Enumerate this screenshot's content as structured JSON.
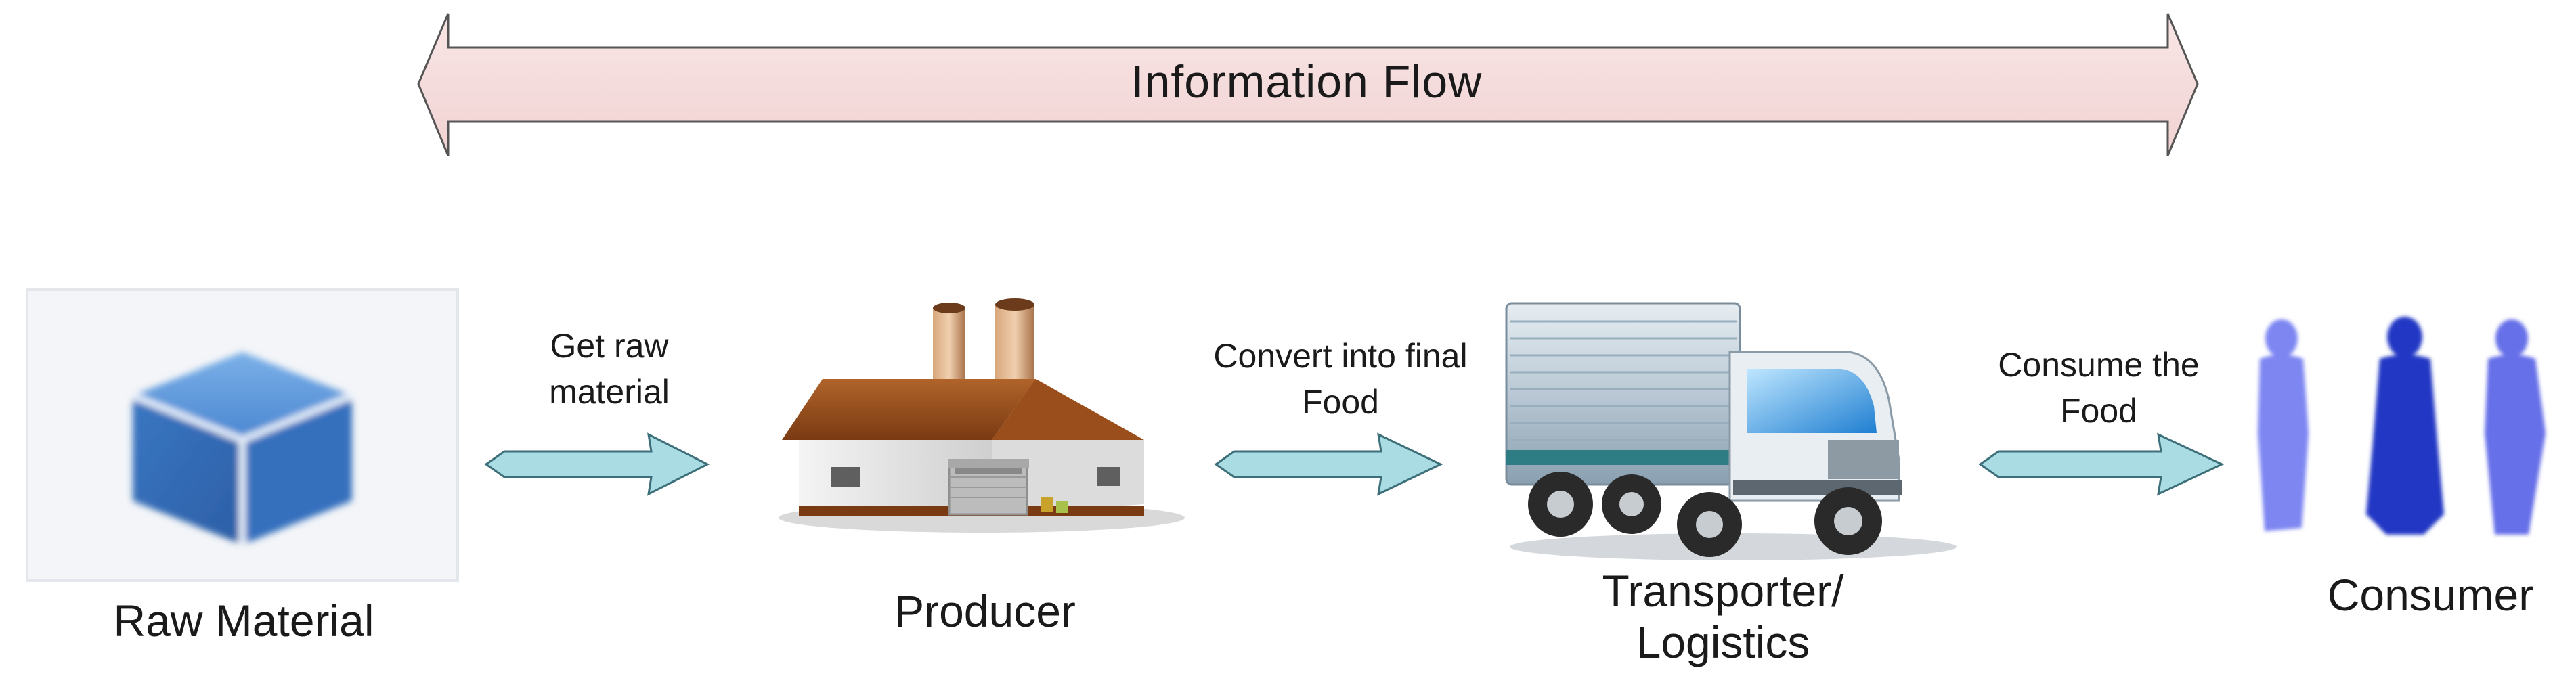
{
  "information_flow": {
    "label": "Information Flow",
    "fill": "#f5dcdc",
    "stroke": "#555555"
  },
  "stages": [
    {
      "id": "raw-material",
      "label": "Raw Material",
      "icon": "cube-icon",
      "color": "#3d7ac7"
    },
    {
      "id": "producer",
      "label": "Producer",
      "icon": "factory-icon",
      "color": "#8b4a1e"
    },
    {
      "id": "transporter",
      "label_line1": "Transporter/",
      "label_line2": "Logistics",
      "icon": "truck-icon",
      "color": "#9fb3c3"
    },
    {
      "id": "consumer",
      "label": "Consumer",
      "icon": "people-icon",
      "color": "#2b47c2"
    }
  ],
  "edges": [
    {
      "from": "raw-material",
      "to": "producer",
      "line1": "Get raw",
      "line2": "material"
    },
    {
      "from": "producer",
      "to": "transporter",
      "line1": "Convert into final",
      "line2": "Food"
    },
    {
      "from": "transporter",
      "to": "consumer",
      "line1": "Consume the",
      "line2": "Food"
    }
  ],
  "colors": {
    "edge_arrow_fill": "#a9dde3",
    "edge_arrow_stroke": "#3d6f7a"
  }
}
